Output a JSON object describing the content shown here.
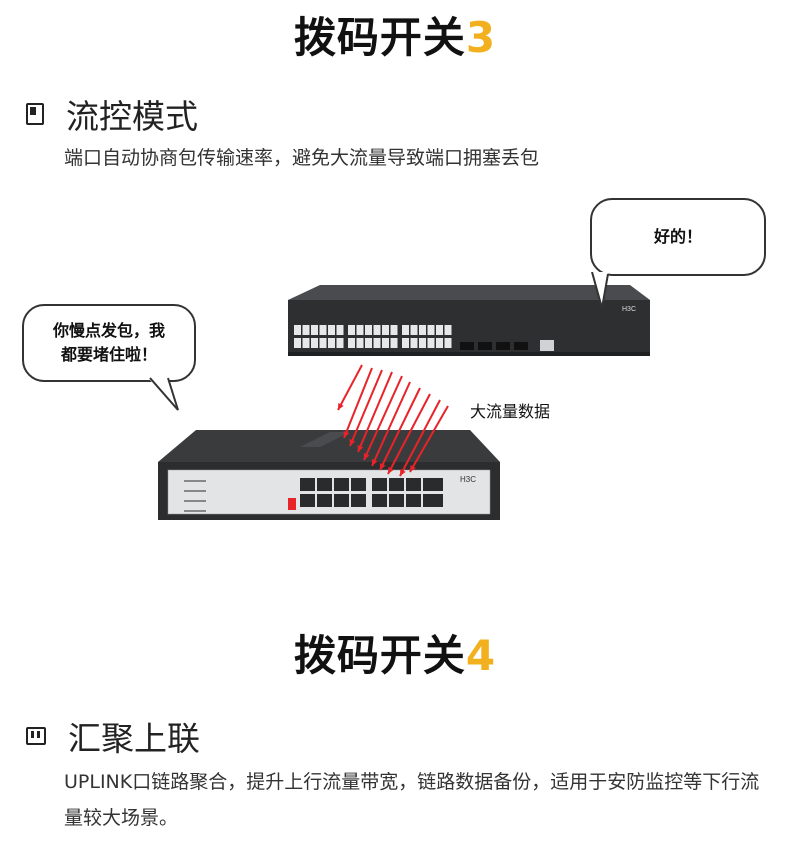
{
  "section3": {
    "title_prefix": "拨码开关",
    "title_num": "3",
    "feature": "流控模式",
    "description": "端口自动协商包传输速率，避免大流量导致端口拥塞丢包"
  },
  "illustration": {
    "bubble_right": "好的！",
    "bubble_left_line1": "你慢点发包，我",
    "bubble_left_line2": "都要堵住啦！",
    "flow_label": "大流量数据",
    "switch_top_brand": "H3C",
    "switch_bottom_brand": "H3C"
  },
  "section4": {
    "title_prefix": "拨码开关",
    "title_num": "4",
    "feature": "汇聚上联",
    "description": "UPLINK口链路聚合，提升上行流量带宽，链路数据备份，适用于安防监控等下行流量较大场景。"
  },
  "colors": {
    "accent": "#f2b01e",
    "arrow": "#e8232a",
    "switch_body": "#3a3b3d"
  }
}
